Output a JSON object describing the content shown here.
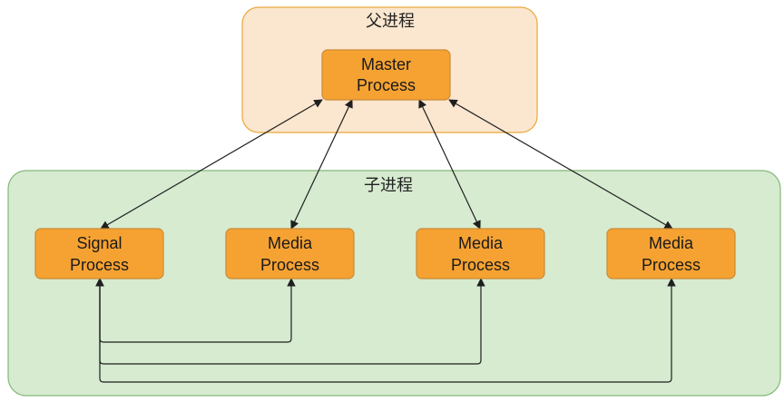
{
  "groups": {
    "parent": {
      "label": "父进程"
    },
    "child": {
      "label": "子进程"
    }
  },
  "nodes": {
    "master": {
      "line1": "Master",
      "line2": "Process"
    },
    "signal": {
      "line1": "Signal",
      "line2": "Process"
    },
    "media1": {
      "line1": "Media",
      "line2": "Process"
    },
    "media2": {
      "line1": "Media",
      "line2": "Process"
    },
    "media3": {
      "line1": "Media",
      "line2": "Process"
    }
  },
  "edges": [
    {
      "from": "master",
      "to": "signal",
      "arrows": "both"
    },
    {
      "from": "master",
      "to": "media1",
      "arrows": "both"
    },
    {
      "from": "master",
      "to": "media2",
      "arrows": "both"
    },
    {
      "from": "master",
      "to": "media3",
      "arrows": "both"
    },
    {
      "from": "signal",
      "to": "media1",
      "arrows": "both",
      "route": "orthogonal-below"
    },
    {
      "from": "signal",
      "to": "media2",
      "arrows": "both",
      "route": "orthogonal-below"
    },
    {
      "from": "signal",
      "to": "media3",
      "arrows": "both",
      "route": "orthogonal-below"
    }
  ],
  "colors": {
    "parent_fill": "#fbe6cf",
    "parent_stroke": "#e8a93a",
    "child_fill": "#d6ebd0",
    "child_stroke": "#86b87a",
    "node_fill": "#f6a232",
    "node_stroke": "#c98a34",
    "edge": "#1f1f1f"
  }
}
